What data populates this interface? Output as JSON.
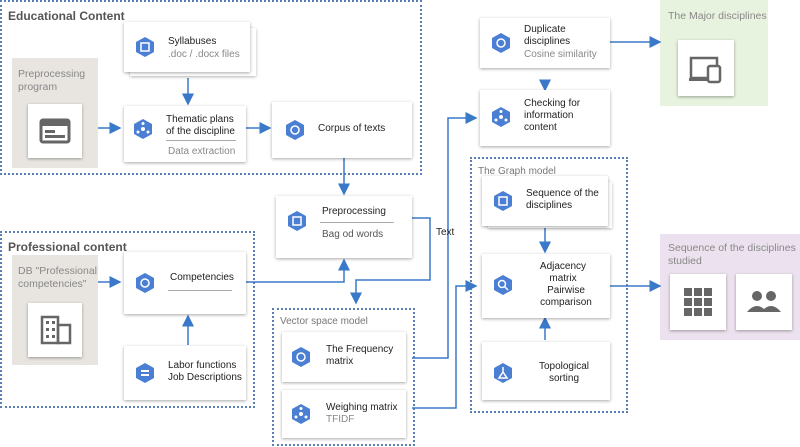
{
  "groups": {
    "educational": "Educational Content",
    "professional": "Professional content",
    "vector": "Vector space model",
    "graph": "The Graph model"
  },
  "panels": {
    "preprocessing_program": "Preprocessing program",
    "db_professional": "DB \"Professional competencies\"",
    "major_disciplines": "The Major disciplines",
    "sequence_studied": "Sequence of the disciplines studied"
  },
  "nodes": {
    "syllabuses": {
      "title": "Syllabuses",
      "sub": ".doc / .docx files"
    },
    "thematic_plans": {
      "title": "Thematic plans of the discipline",
      "sub": "Data extraction"
    },
    "corpus": {
      "title": "Corpus of texts"
    },
    "preprocessing": {
      "title": "Preprocessing",
      "sub": "Bag od words"
    },
    "competencies": {
      "title": "Competencies"
    },
    "labor": {
      "title": "Labor functions Job Descriptions"
    },
    "frequency": {
      "title": "The Frequency matrix"
    },
    "weighing": {
      "title": "Weighing matrix",
      "sub": "TFIDF"
    },
    "duplicate": {
      "title": "Duplicate disciplines",
      "sub": "Cosine similarity"
    },
    "checking": {
      "title": "Checking for information content"
    },
    "sequence": {
      "title": "Sequence of the disciplines"
    },
    "adjacency": {
      "title": "Adjacency matrix",
      "sub": "Pairwise comparison"
    },
    "topological": {
      "title": "Topological sorting"
    }
  },
  "edge_labels": {
    "text": "Text"
  },
  "colors": {
    "accent": "#4a7fd4",
    "frame": "#5a7fb5",
    "arrow": "#3a78c9",
    "gray_panel": "#e8e5e0",
    "green_panel": "#e8f3df",
    "purple_panel": "#ece2ef"
  }
}
